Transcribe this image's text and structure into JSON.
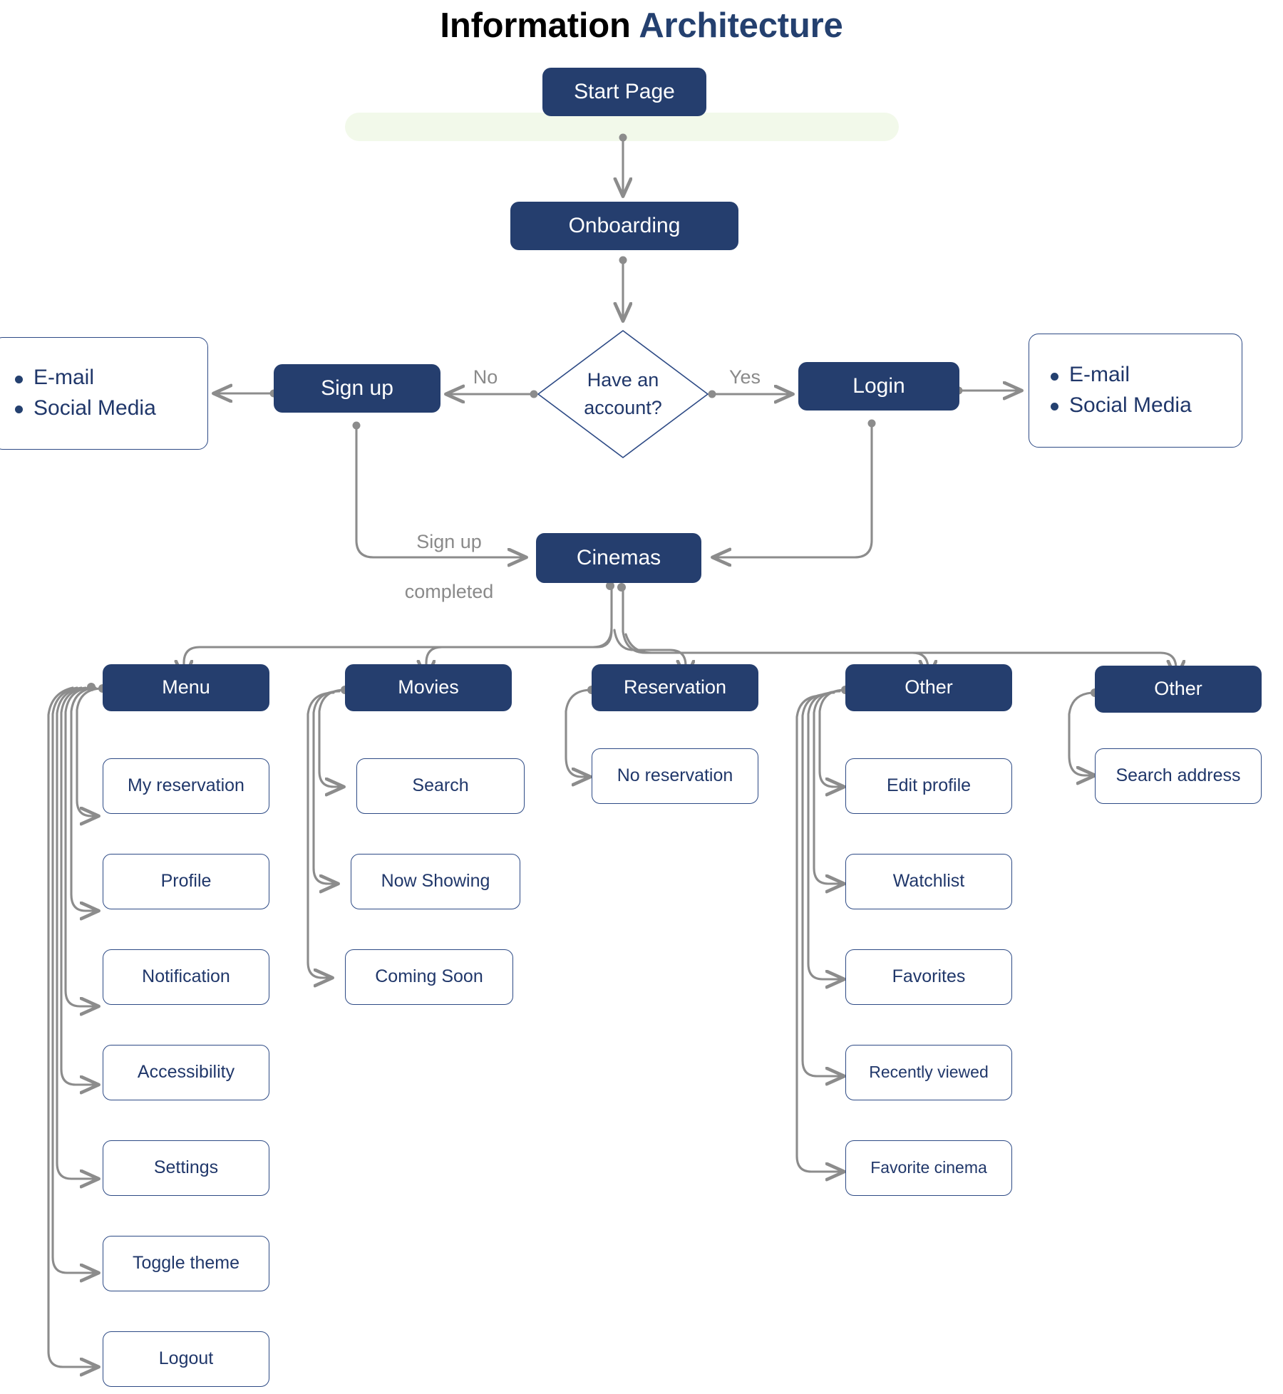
{
  "title": {
    "lead": "Information",
    "accent": "Architecture"
  },
  "theme": {
    "node_fill": "#253e6e",
    "node_text": "#ffffff",
    "outline_border": "#2d4a85",
    "outline_text": "#20376a",
    "connector": "#8c8c8c",
    "band": "#f2f9ea",
    "title_accent": "#24406f",
    "page_bg": "#ffffff"
  },
  "flow": {
    "start": "Start Page",
    "onboarding": "Onboarding",
    "decision": {
      "line1": "Have an",
      "line2": "account?"
    },
    "signup": "Sign up",
    "login": "Login",
    "cinemas": "Cinemas",
    "labels": {
      "no": "No",
      "yes": "Yes",
      "signup_completed_line1": "Sign up",
      "signup_completed_line2": "completed"
    },
    "signup_methods": [
      "E-mail",
      "Social Media"
    ],
    "login_methods": [
      "E-mail",
      "Social Media"
    ]
  },
  "columns": [
    {
      "id": "menu",
      "label": "Menu",
      "children": [
        "My reservation",
        "Profile",
        "Notification",
        "Accessibility",
        "Settings",
        "Toggle theme",
        "Logout"
      ]
    },
    {
      "id": "movies",
      "label": "Movies",
      "children": [
        "Search",
        "Now Showing",
        "Coming Soon"
      ]
    },
    {
      "id": "reservation",
      "label": "Reservation",
      "children": [
        "No reservation"
      ]
    },
    {
      "id": "other-account",
      "label": "Other",
      "children": [
        "Edit profile",
        "Watchlist",
        "Favorites",
        "Recently viewed",
        "Favorite cinema"
      ]
    },
    {
      "id": "other-location",
      "label": "Other",
      "children": [
        "Search address"
      ]
    }
  ]
}
